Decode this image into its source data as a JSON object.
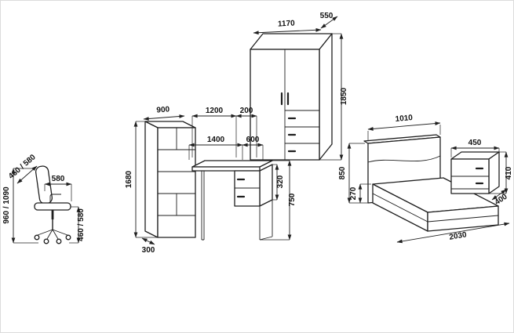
{
  "diagram": {
    "title": "bedroom-furniture-dimension-drawing",
    "colors": {
      "line": "#1f1f1f",
      "background": "#ffffff"
    }
  },
  "chair": {
    "dim_backrest": "460 / 580",
    "dim_overall_height": "960 / 1090",
    "dim_seat_width": "580",
    "dim_seat_height": "460 / 580"
  },
  "shelf_desk": {
    "dim_shelf_width": "900",
    "dim_desk_top": "1200",
    "dim_overhang": "200",
    "dim_desk_length": "1400",
    "dim_desk_depth": "600",
    "dim_shelf_height": "1680",
    "dim_shelf_depth": "300",
    "dim_pedestal_height": "320",
    "dim_desk_height": "750"
  },
  "wardrobe": {
    "dim_width": "1170",
    "dim_depth": "550",
    "dim_height": "1850"
  },
  "bed": {
    "dim_width": "1010",
    "dim_headboard_height": "850",
    "dim_base_height": "270",
    "dim_length": "2030"
  },
  "nightstand": {
    "dim_width": "450",
    "dim_height": "410",
    "dim_depth": "400"
  }
}
